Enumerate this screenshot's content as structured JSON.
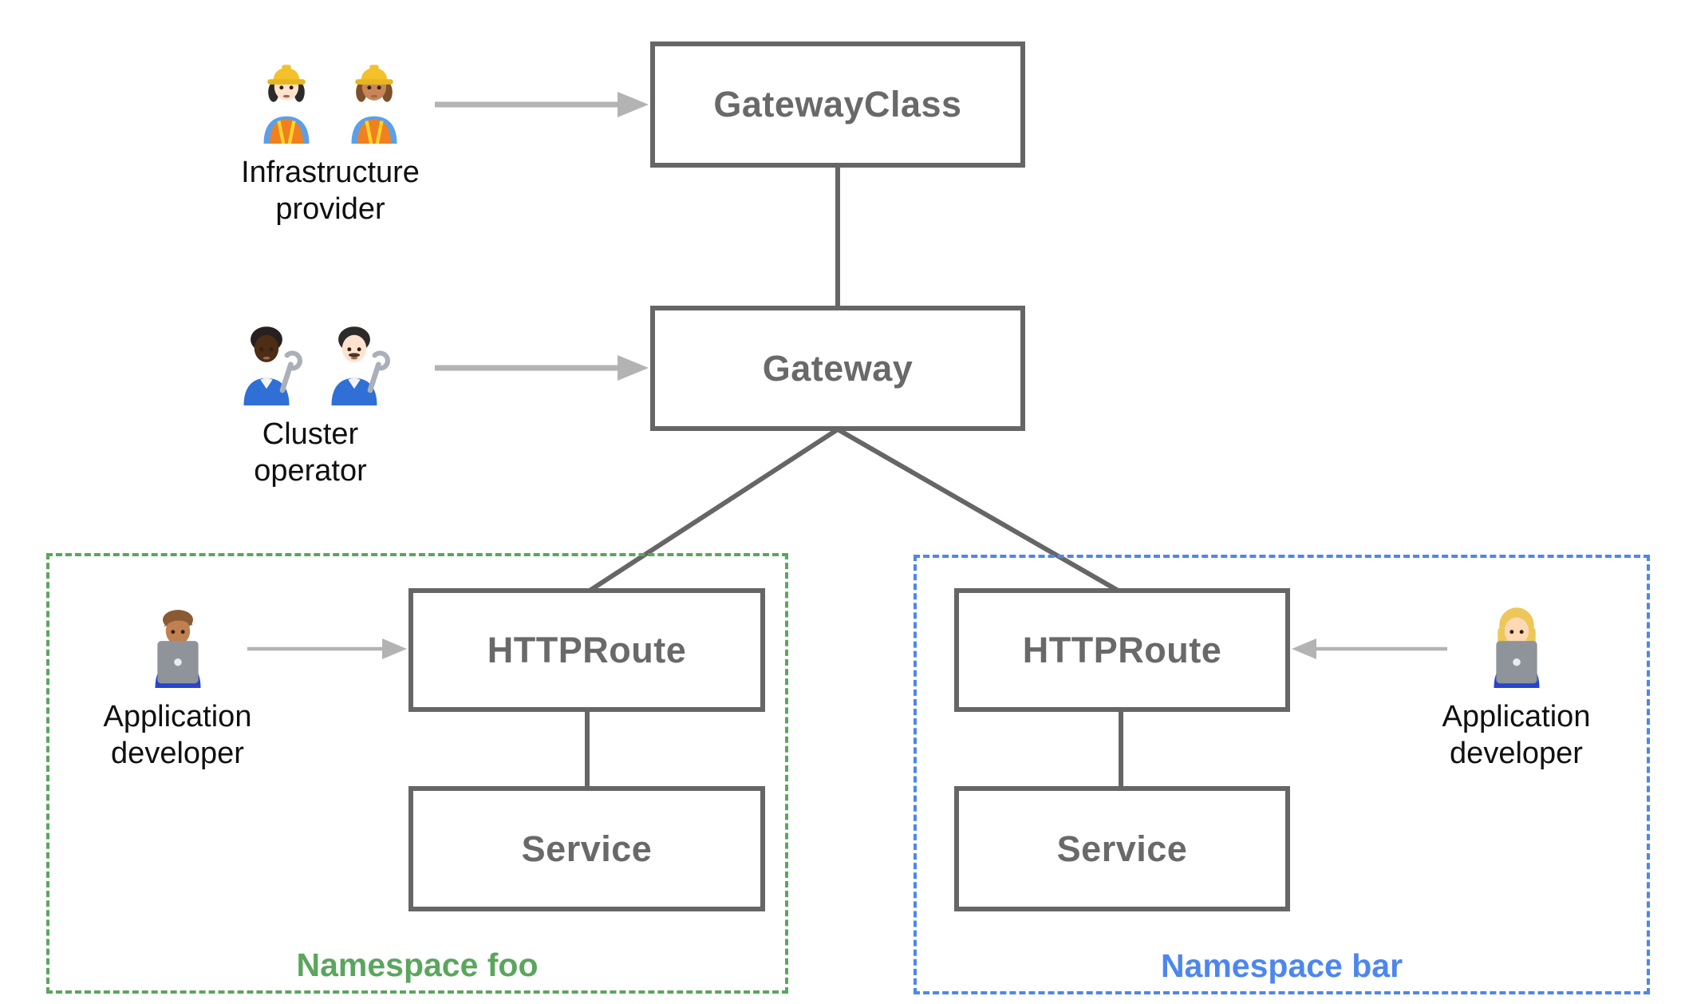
{
  "colors": {
    "node_border": "#666666",
    "node_text": "#696969",
    "connector": "#666666",
    "arrow": "#b3b3b3",
    "persona_text": "#101010",
    "namespace_foo_accent": "#5ba55e",
    "namespace_bar_accent": "#4d86ee",
    "background": "#ffffff"
  },
  "nodes": {
    "gateway_class": {
      "label": "GatewayClass"
    },
    "gateway": {
      "label": "Gateway"
    },
    "httproute_foo": {
      "label": "HTTPRoute"
    },
    "service_foo": {
      "label": "Service"
    },
    "httproute_bar": {
      "label": "HTTPRoute"
    },
    "service_bar": {
      "label": "Service"
    }
  },
  "namespaces": {
    "foo": {
      "label": "Namespace foo"
    },
    "bar": {
      "label": "Namespace bar"
    }
  },
  "personas": {
    "infrastructure_provider": {
      "label_lines": [
        "Infrastructure",
        "provider"
      ],
      "icons": [
        "woman-construction-worker-light-skin-icon",
        "woman-construction-worker-medium-skin-icon"
      ]
    },
    "cluster_operator": {
      "label_lines": [
        "Cluster",
        "operator"
      ],
      "icons": [
        "mechanic-dark-skin-icon",
        "man-mechanic-light-skin-icon"
      ]
    },
    "application_developer_foo": {
      "label_lines": [
        "Application",
        "developer"
      ],
      "icons": [
        "man-technologist-medium-skin-icon"
      ]
    },
    "application_developer_bar": {
      "label_lines": [
        "Application",
        "developer"
      ],
      "icons": [
        "woman-technologist-blonde-icon"
      ]
    }
  }
}
